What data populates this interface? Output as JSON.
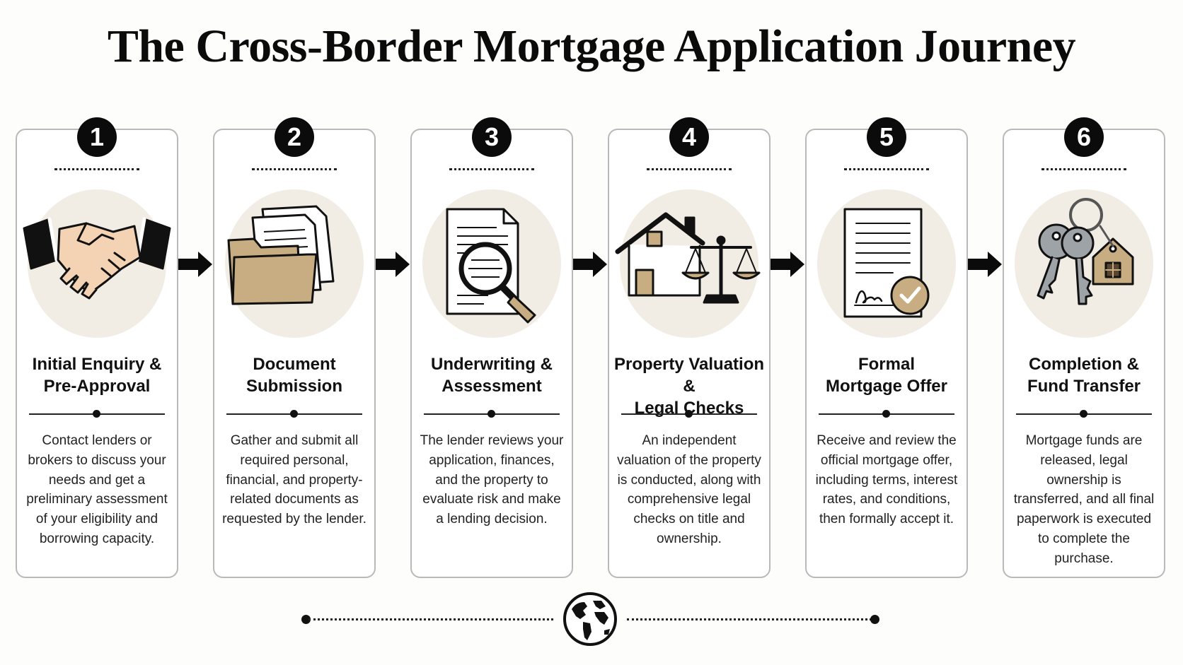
{
  "title": "The Cross-Border Mortgage Application Journey",
  "colors": {
    "accent_tan": "#c8ad82",
    "icon_circle_bg": "#f1ede5",
    "ink": "#0b0b0b",
    "card_border": "#b9b9b9"
  },
  "steps": [
    {
      "number": "1",
      "icon": "handshake-icon",
      "title": "Initial Enquiry &\nPre-Approval",
      "description": "Contact lenders or brokers to discuss your needs and get a preliminary assessment of your eligibility and borrowing capacity."
    },
    {
      "number": "2",
      "icon": "folder-documents-icon",
      "title": "Document\nSubmission",
      "description": "Gather and submit all required personal, financial, and property-related documents as requested by the lender."
    },
    {
      "number": "3",
      "icon": "document-magnifier-icon",
      "title": "Underwriting &\nAssessment",
      "description": "The lender reviews your application, finances, and the property to evaluate risk and make a lending decision."
    },
    {
      "number": "4",
      "icon": "house-scales-icon",
      "title": "Property Valuation &\nLegal Checks",
      "description": "An independent valuation of the property is conducted, along with comprehensive legal checks on title and ownership."
    },
    {
      "number": "5",
      "icon": "signed-offer-icon",
      "title": "Formal\nMortgage Offer",
      "description": "Receive and review the official mortgage offer, including terms, interest rates, and conditions, then formally accept it."
    },
    {
      "number": "6",
      "icon": "house-keys-icon",
      "title": "Completion &\nFund Transfer",
      "description": "Mortgage funds are released, legal ownership is transferred, and all final paperwork is executed to complete the purchase."
    }
  ],
  "footer_icon": "globe-icon"
}
